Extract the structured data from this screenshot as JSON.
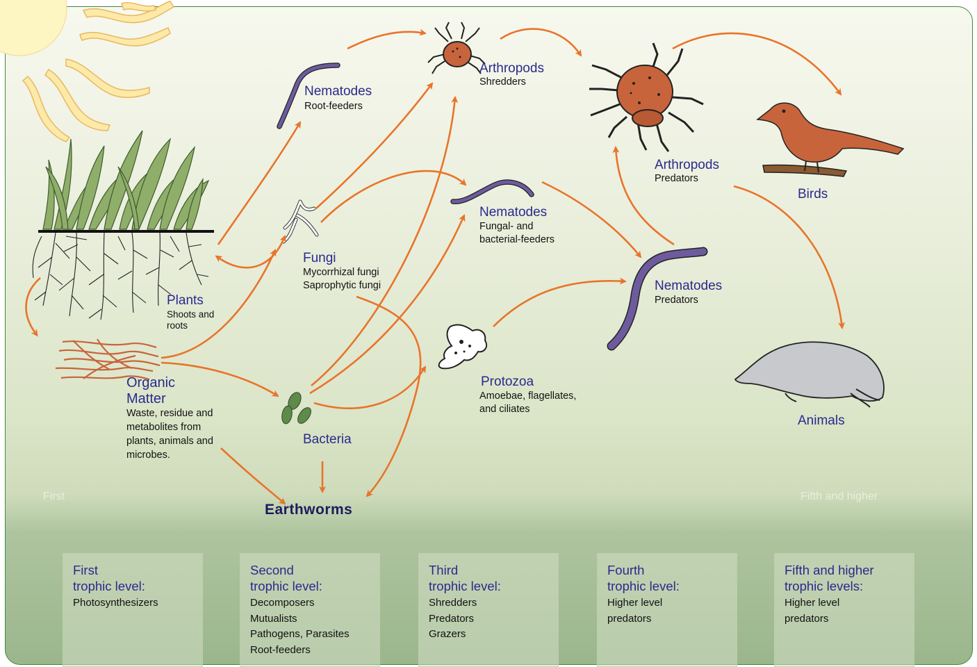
{
  "labels": {
    "nem_root": {
      "title": "Nematodes",
      "sub": "Root-feeders"
    },
    "arth_shred": {
      "title": "Arthropods",
      "sub": "Shredders"
    },
    "arth_pred": {
      "title": "Arthropods",
      "sub": "Predators"
    },
    "birds": "Birds",
    "fungi": {
      "title": "Fungi",
      "sub1": "Mycorrhizal fungi",
      "sub2": "Saprophytic fungi"
    },
    "nem_fungal": {
      "title": "Nematodes",
      "sub1": "Fungal- and",
      "sub2": "bacterial-feeders"
    },
    "plants": {
      "title": "Plants",
      "sub1": "Shoots and",
      "sub2": "roots"
    },
    "nem_pred": {
      "title": "Nematodes",
      "sub": "Predators"
    },
    "organic": {
      "title1": "Organic",
      "title2": "Matter",
      "sub1": "Waste, residue and",
      "sub2": "metabolites from",
      "sub3": "plants, animals and",
      "sub4": "microbes."
    },
    "bacteria": "Bacteria",
    "protozoa": {
      "title": "Protozoa",
      "sub1": "Amoebae, flagellates,",
      "sub2": "and ciliates"
    },
    "animals": "Animals",
    "earthworms": "Earthworms",
    "ghost_first": "First",
    "ghost_fifth": "Fifth and higher"
  },
  "levels": [
    {
      "title1": "First",
      "title2": "trophic level:",
      "items": [
        "Photosynthesizers"
      ]
    },
    {
      "title1": "Second",
      "title2": "trophic level:",
      "items": [
        "Decomposers",
        "Mutualists",
        "Pathogens, Parasites",
        "Root-feeders"
      ]
    },
    {
      "title1": "Third",
      "title2": "trophic level:",
      "items": [
        "Shredders",
        "Predators",
        "Grazers"
      ]
    },
    {
      "title1": "Fourth",
      "title2": "trophic level:",
      "items": [
        "Higher level",
        "predators"
      ]
    },
    {
      "title1": "Fifth and higher",
      "title2": "trophic levels:",
      "items": [
        "Higher level",
        "predators"
      ]
    }
  ],
  "colors": {
    "arrow": "#e8742a",
    "label": "#2a2a8c",
    "worm": "#5a4a8a",
    "organism": "#c8643c",
    "border": "#3f8a3c"
  }
}
